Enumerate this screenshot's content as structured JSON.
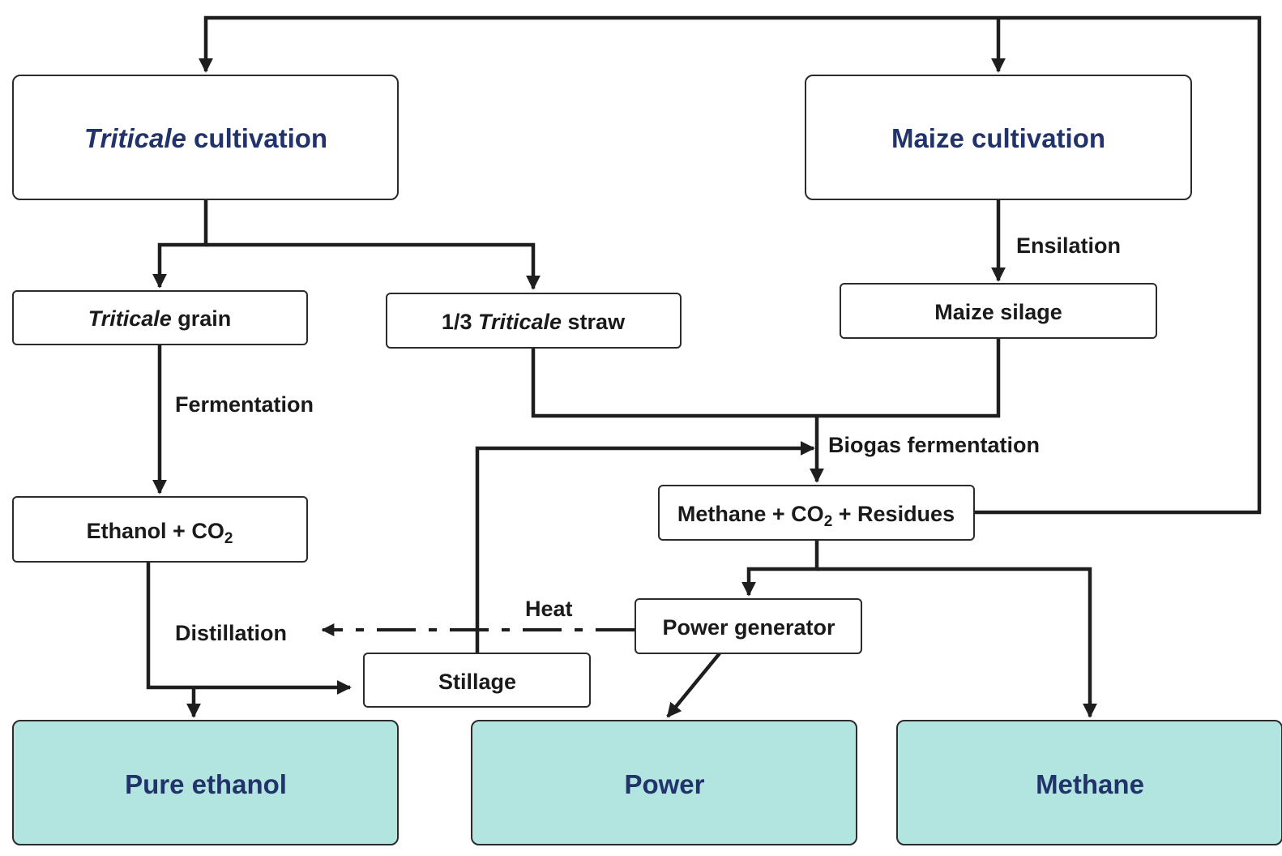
{
  "nodes": {
    "triticale_cultivation": {
      "italic": "Triticale",
      "rest": " cultivation"
    },
    "maize_cultivation": "Maize cultivation",
    "triticale_grain": {
      "italic": "Triticale",
      "rest": " grain"
    },
    "triticale_straw": {
      "prefix": "1/3 ",
      "italic": "Triticale",
      "rest": " straw"
    },
    "maize_silage": "Maize silage",
    "ethanol_co2": {
      "main": "Ethanol + CO",
      "sub": "2"
    },
    "methane_co2_residues": {
      "main": "Methane + CO",
      "sub": "2",
      "rest": " + Residues"
    },
    "power_generator": "Power generator",
    "stillage": "Stillage",
    "pure_ethanol": "Pure ethanol",
    "power": "Power",
    "methane": "Methane"
  },
  "labels": {
    "ensilation": "Ensilation",
    "fermentation": "Fermentation",
    "biogas_fermentation": "Biogas fermentation",
    "heat": "Heat",
    "distillation": "Distillation"
  },
  "colors": {
    "output_fill": "#b2e4e0",
    "title_text": "#22336b",
    "line": "#1e1e1e"
  }
}
